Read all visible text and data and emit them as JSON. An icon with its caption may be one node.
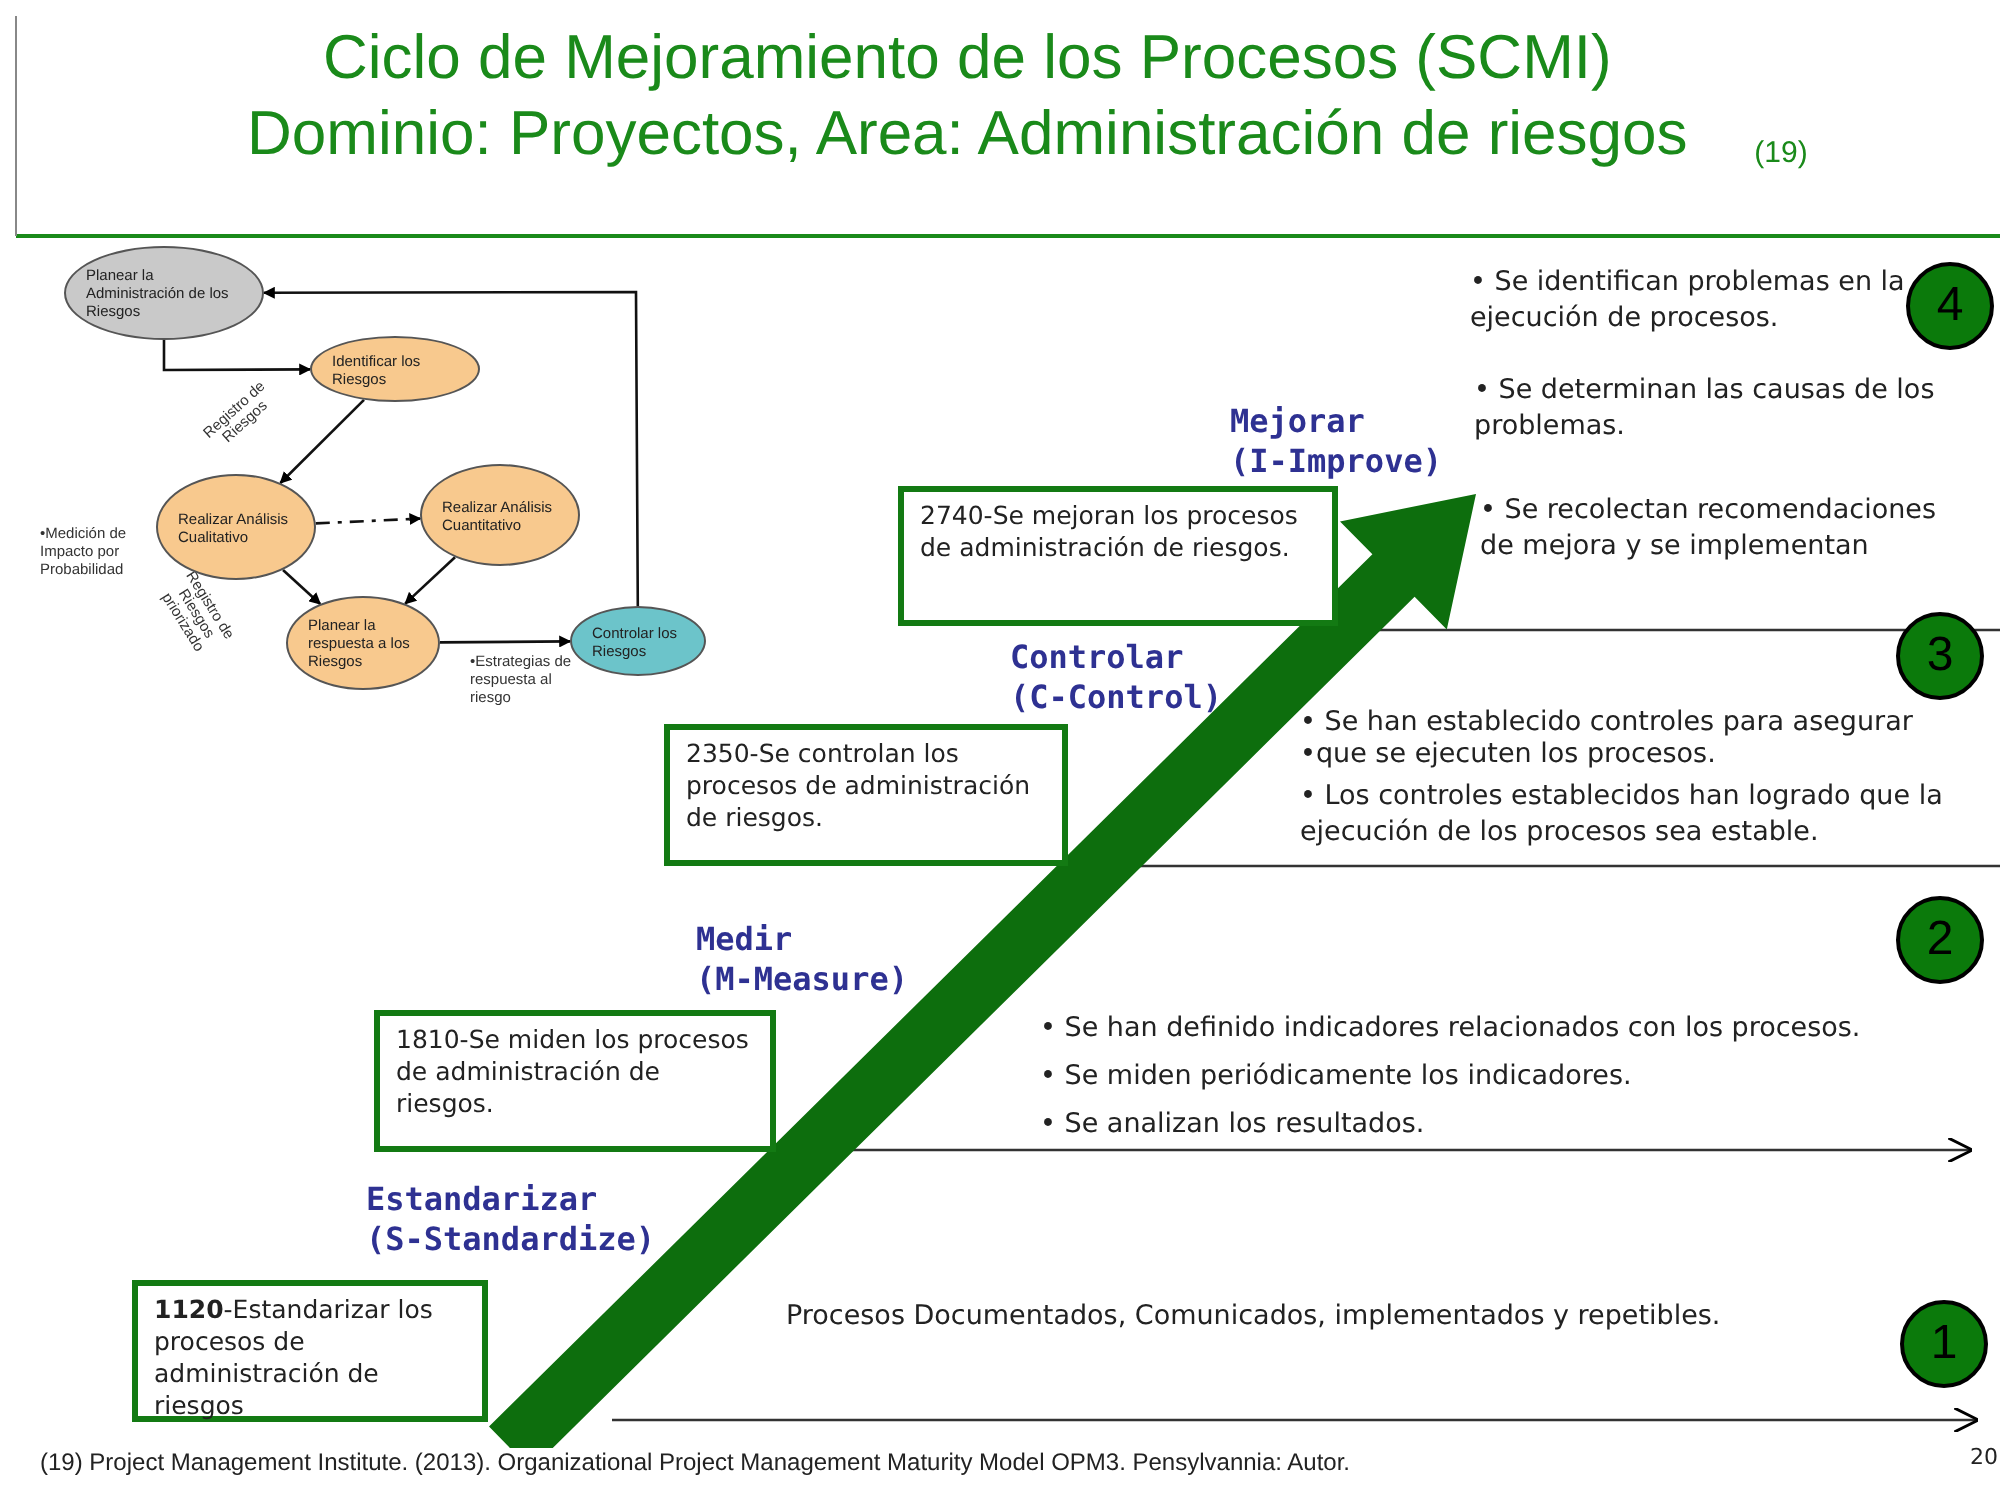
{
  "diagram": {
    "title": "Ciclo de Mejoramiento de los Procesos (SCMI) Dominio: Proyectos, Area: Administración de riesgos",
    "caption": "(19) Project Management Institute. (2013). Organizational Project Management Maturity Model  OPM3. Pensylvannia: Autor.",
    "nodes": [
      {
        "text": [
          "Planear la Administración de los Riesgos"
        ]
      },
      {
        "text": [
          "Identificar los Riesgos"
        ]
      },
      {
        "text": [
          "Realizar Análisis Cualitativo"
        ]
      },
      {
        "text": [
          "Realizar Análisis Cuantitativo"
        ]
      },
      {
        "text": [
          "Planear la respuesta a los Riesgos"
        ]
      },
      {
        "text": [
          "Controlar los Riesgos"
        ]
      },
      {
        "text": [
          "**1120**-Estandarizar los procesos de administración de riesgos"
        ]
      },
      {
        "text": [
          "1810-Se miden  los procesos de administración de riesgos."
        ]
      },
      {
        "text": [
          "2350-Se controlan los procesos de administración de riesgos."
        ]
      },
      {
        "text": [
          "2740-Se mejoran  los procesos de administración de riesgos."
        ]
      },
      {
        "text": [
          "1"
        ]
      },
      {
        "text": [
          "2"
        ]
      },
      {
        "text": [
          "3"
        ]
      },
      {
        "text": [
          "4"
        ]
      }
    ],
    "edges": [
      {
        "from": 0,
        "to": 1,
        "arrow": "to"
      },
      {
        "from": 1,
        "to": 2,
        "arrow": "to",
        "label": "Registro de Riesgos"
      },
      {
        "from": 2,
        "to": 3,
        "arrow": "to",
        "style": "dashed"
      },
      {
        "from": 2,
        "to": 4,
        "arrow": "to",
        "label": "Registro de Riesgos priorizado"
      },
      {
        "from": 3,
        "to": 4,
        "arrow": "to"
      },
      {
        "from": 4,
        "to": 5,
        "arrow": "to"
      },
      {
        "from": 5,
        "to": 0,
        "arrow": "to"
      }
    ],
    "labels": [
      "(19)",
      "•Medición de Impacto por Probabilidad",
      "•Estrategias de respuesta al riesgo",
      "• Se identifican problemas en la ejecución de procesos.",
      "• Se determinan las causas de los problemas.",
      "Mejorar (I-Improve)",
      "• Se recolectan recomendaciones de mejora y se implementan",
      "Controlar (C-Control)",
      "• Se han establecido controles para asegurar",
      "•que se ejecuten los procesos.",
      "• Los controles establecidos han logrado que la ejecución de los procesos sea estable.",
      "Medir (M-Measure)",
      "• Se han definido indicadores relacionados con los procesos.",
      "• Se miden periódicamente los indicadores.",
      "• Se analizan los resultados.",
      "Estandarizar (S-Standardize)",
      "Procesos Documentados, Comunicados, implementados y repetibles.",
      "20"
    ]
  }
}
